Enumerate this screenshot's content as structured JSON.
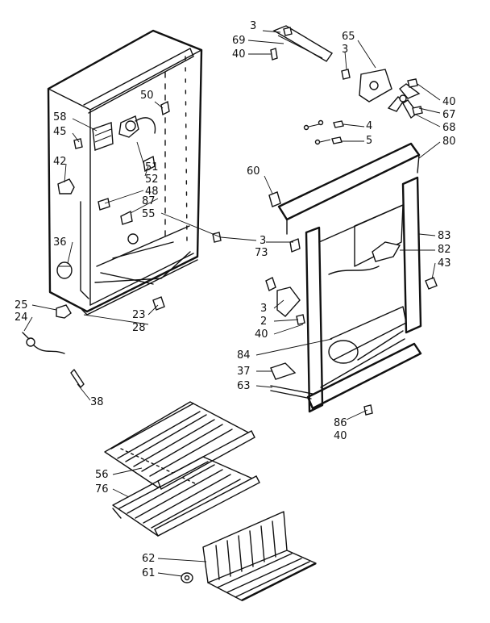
{
  "labels": {
    "l3a": "3",
    "l69": "69",
    "l40a": "40",
    "l65": "65",
    "l3b": "3",
    "l40b": "40",
    "l67": "67",
    "l68": "68",
    "l4": "4",
    "l5": "5",
    "l80": "80",
    "l50": "50",
    "l58": "58",
    "l45": "45",
    "l42": "42",
    "l51": "51",
    "l52": "52",
    "l48": "48",
    "l87": "87",
    "l55": "55",
    "l36": "36",
    "l60": "60",
    "l3c": "3",
    "l73": "73",
    "l83": "83",
    "l82": "82",
    "l43": "43",
    "l3d": "3",
    "l2": "2",
    "l40c": "40",
    "l84": "84",
    "l37": "37",
    "l63": "63",
    "l86": "86",
    "l40d": "40",
    "l25": "25",
    "l24": "24",
    "l23": "23",
    "l28": "28",
    "l38": "38",
    "l56": "56",
    "l76": "76",
    "l62": "62",
    "l61": "61"
  }
}
